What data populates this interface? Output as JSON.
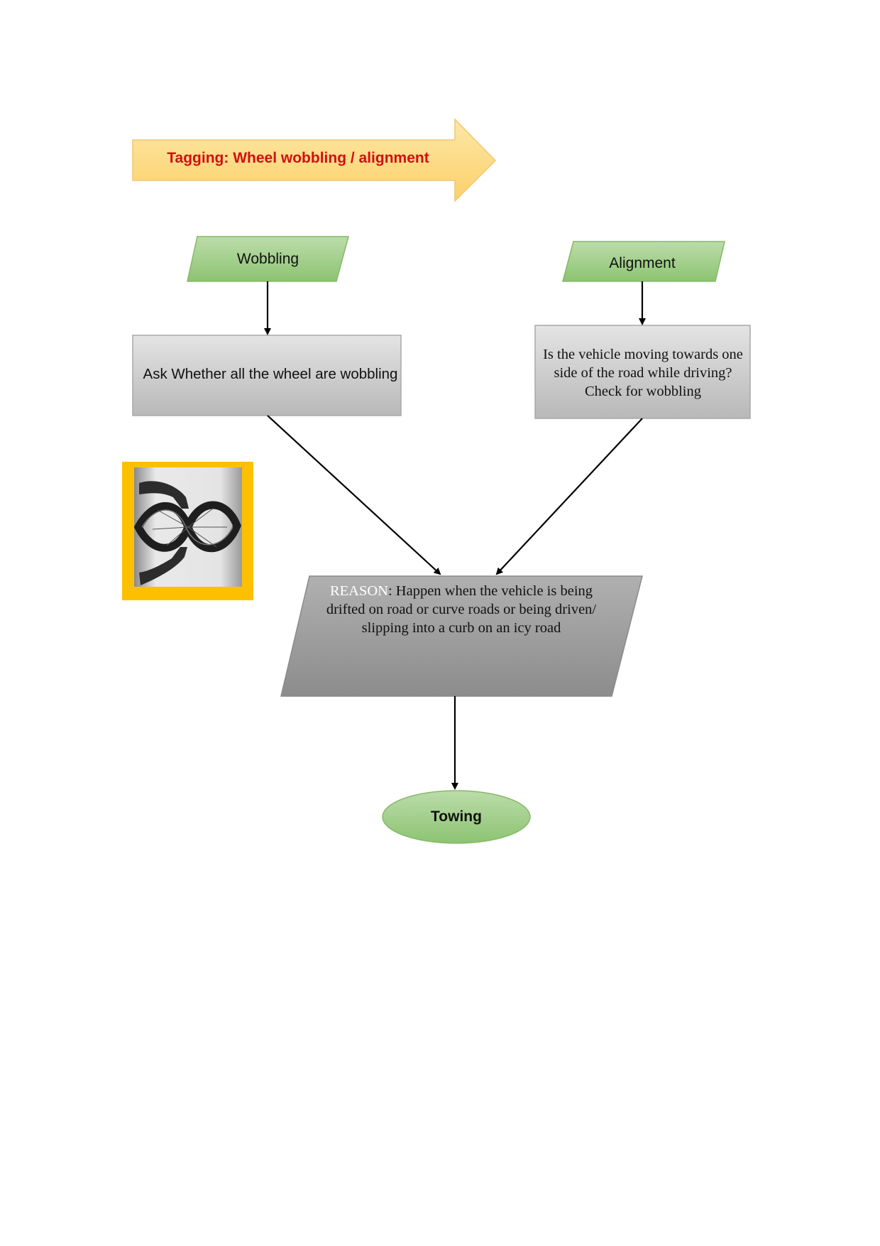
{
  "colors": {
    "banner_fill_top": "#fde7a6",
    "banner_fill_bottom": "#fbd16a",
    "banner_text": "#d01010",
    "green_top": "#bcdcaa",
    "green_bottom": "#8cc472",
    "grey_top": "#e4e4e4",
    "grey_bottom": "#b8b8b8",
    "reason_top": "#b0b0b0",
    "reason_bottom": "#8c8c8c",
    "photo_frame": "#fdc000",
    "arrow": "#000000"
  },
  "banner": {
    "label": "Tagging: Wheel wobbling / alignment"
  },
  "nodes": {
    "wobbling": {
      "label": "Wobbling"
    },
    "alignment": {
      "label": "Alignment"
    },
    "ask_wheels": {
      "label": "Ask Whether all the wheel are wobbling"
    },
    "vehicle_side": {
      "label": "Is the vehicle moving towards one side of the road while driving? Check for wobbling"
    },
    "reason": {
      "keyword": "REASON",
      "text": ": Happen when the vehicle is being drifted on road or curve roads or being driven/ slipping into a curb on an icy road"
    },
    "towing": {
      "label": "Towing"
    }
  },
  "photo": {
    "icon": "bent-bicycle-wheel-photo"
  }
}
